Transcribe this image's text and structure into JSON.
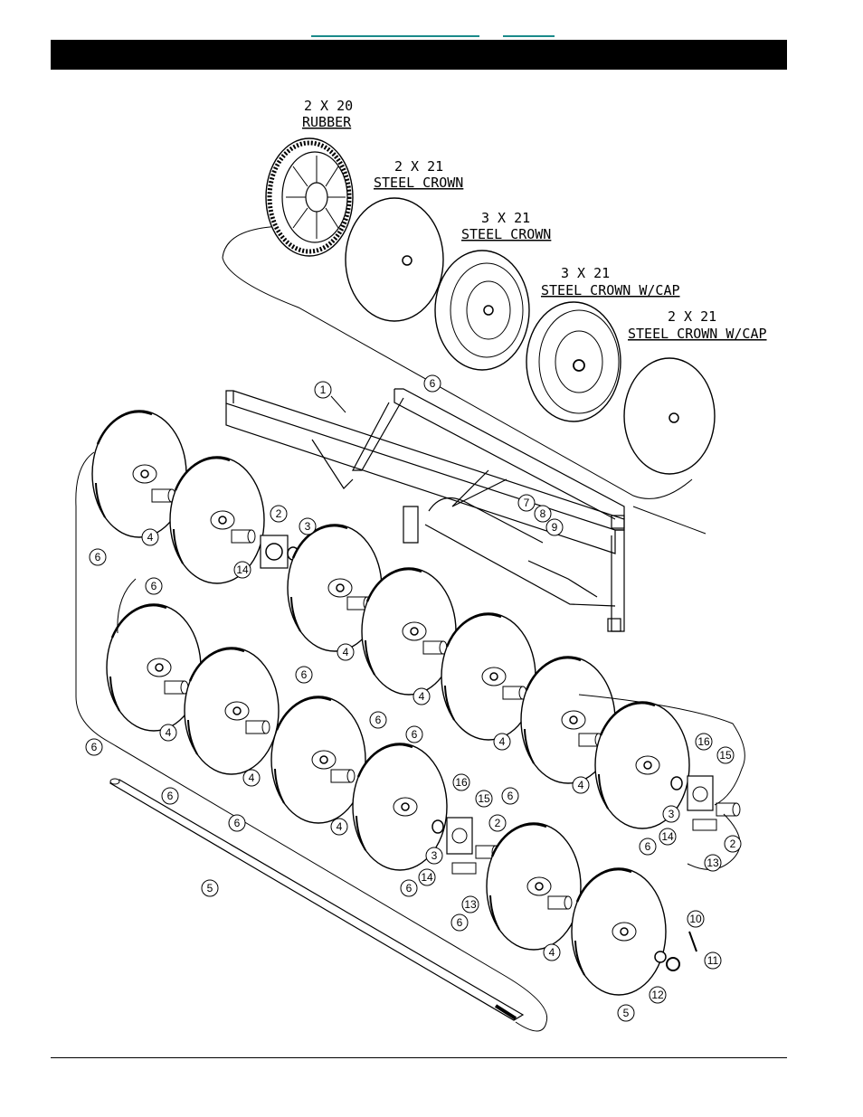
{
  "wheel_options": [
    {
      "size": "2 X 20",
      "type": "RUBBER"
    },
    {
      "size": "2 X 21",
      "type": "STEEL CROWN"
    },
    {
      "size": "3 X 21",
      "type": "STEEL CROWN"
    },
    {
      "size": "3 X 21",
      "type": "STEEL CROWN W/CAP"
    },
    {
      "size": "2 X 21",
      "type": "STEEL CROWN W/CAP"
    }
  ],
  "callouts": {
    "c1": "1",
    "c2": "2",
    "c3": "3",
    "c4": "4",
    "c5": "5",
    "c6": "6",
    "c7": "7",
    "c8": "8",
    "c9": "9",
    "c10": "10",
    "c11": "11",
    "c12": "12",
    "c13": "13",
    "c14": "14",
    "c15": "15",
    "c16": "16"
  }
}
